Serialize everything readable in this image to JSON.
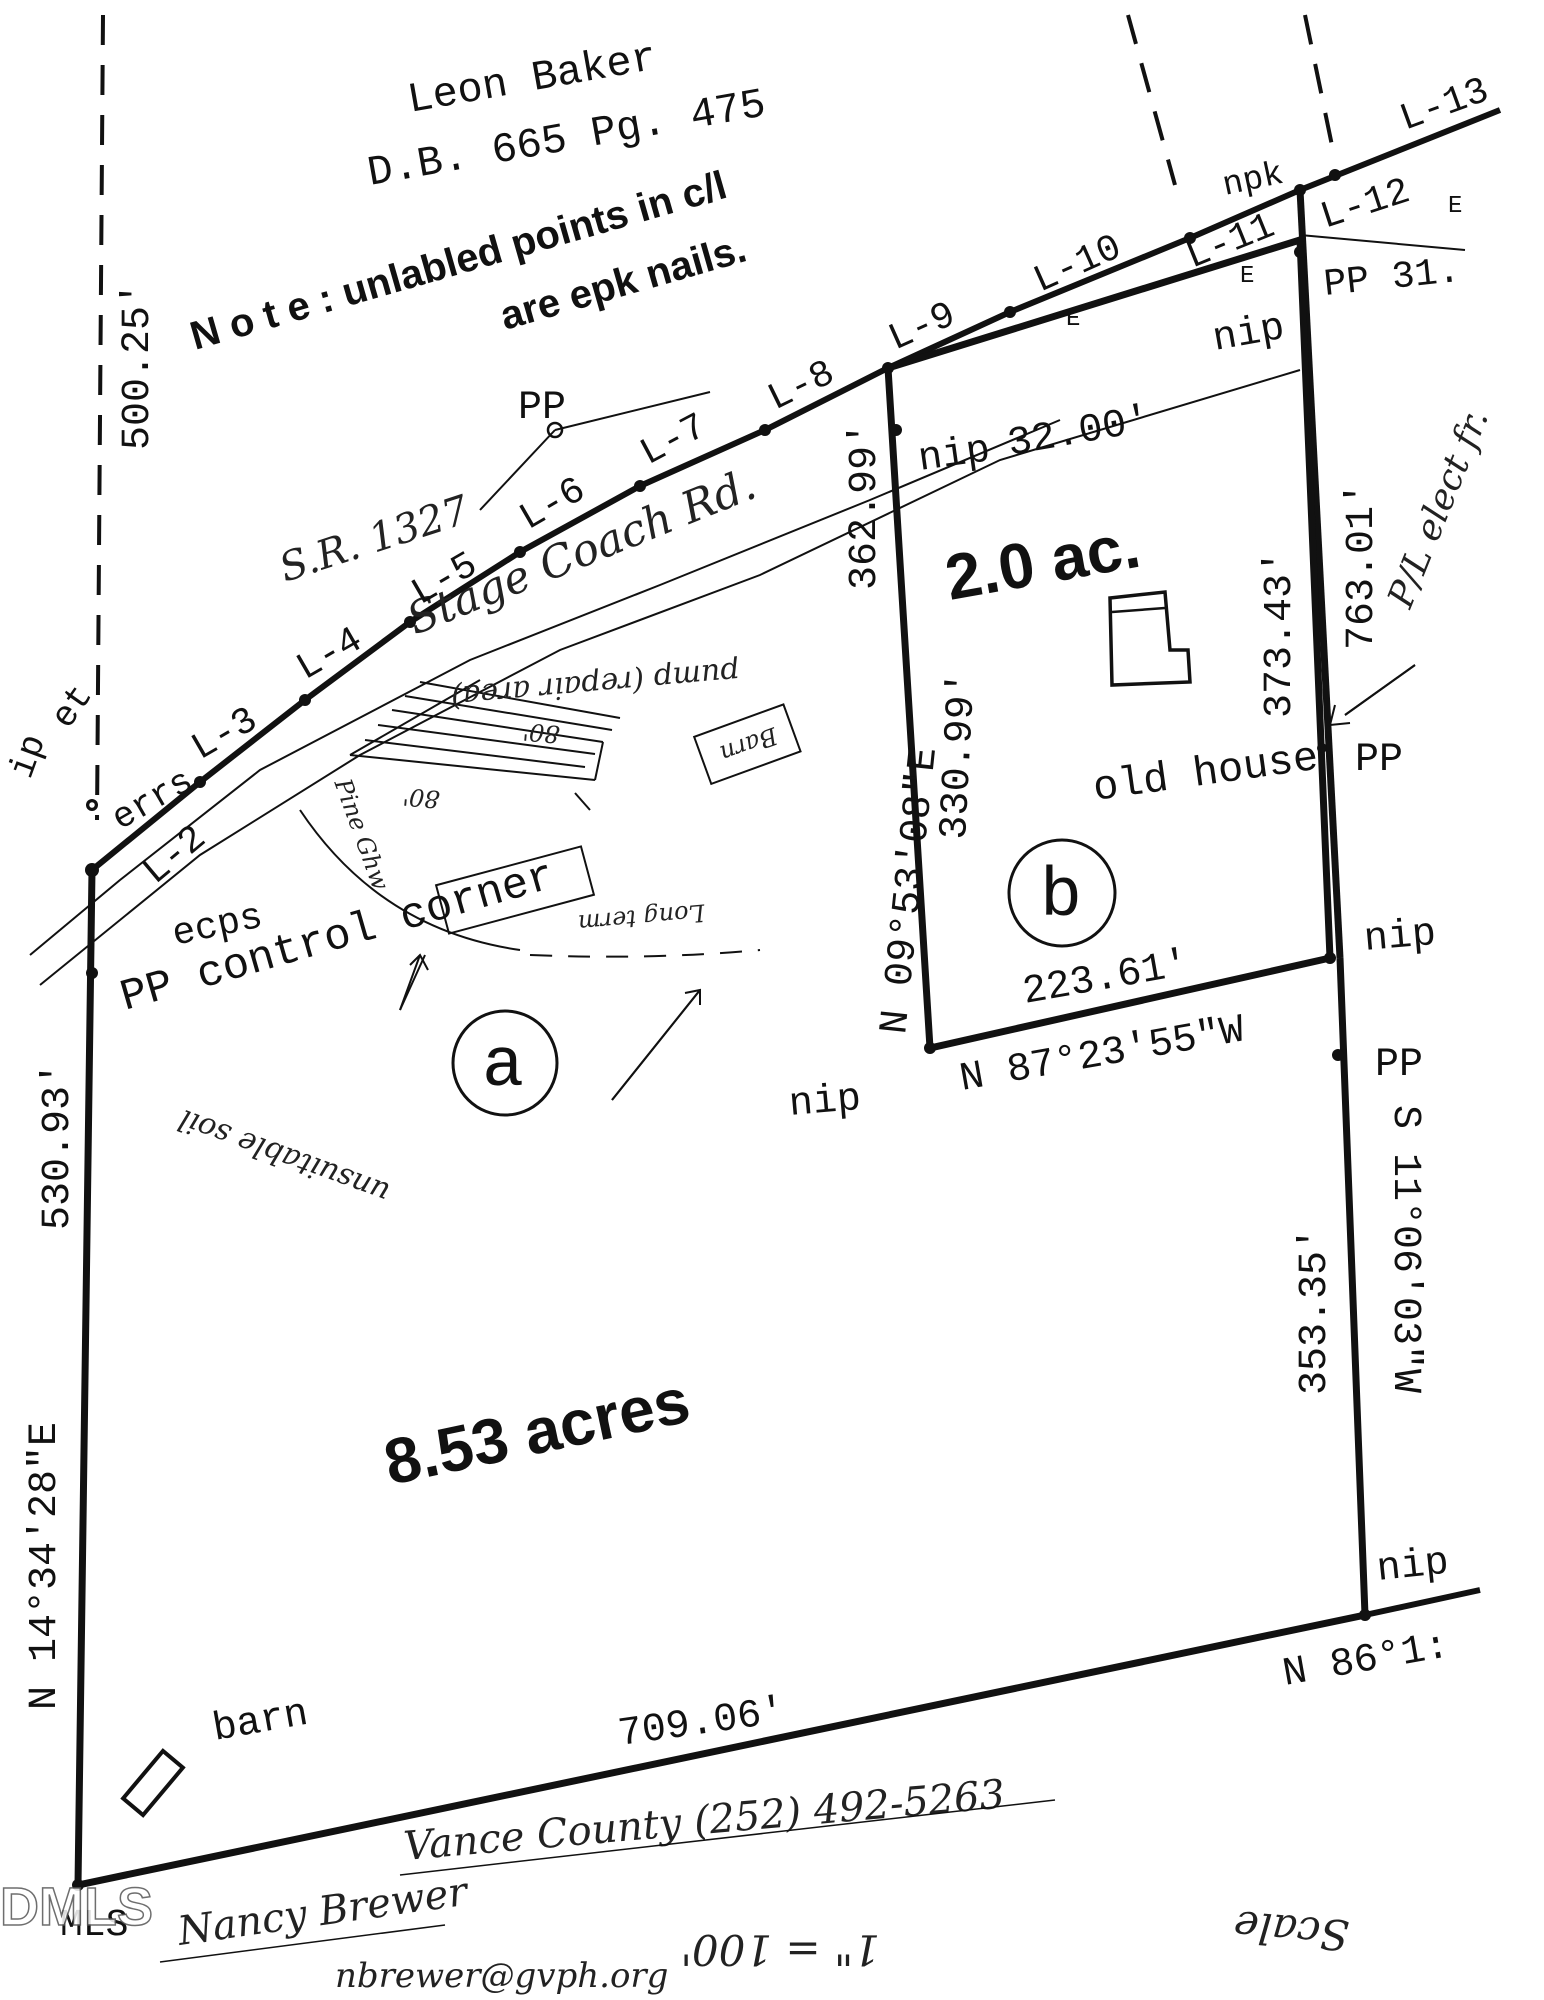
{
  "owner": {
    "name": "Leon Baker",
    "deed_ref": "D.B. 665 Pg. 475"
  },
  "note": {
    "line1": "N o t e : unlabled points in c/l",
    "line2": "are epk nails."
  },
  "road": {
    "name": "Stage Coach Rd.",
    "state_route": "S.R. 1327"
  },
  "line_labels": [
    "L-2",
    "L-3",
    "L-4",
    "L-5",
    "L-6",
    "L-7",
    "L-8",
    "L-9",
    "L-10",
    "L-11",
    "L-12",
    "L-13"
  ],
  "tract_a": {
    "area": "8.53 acres",
    "label": "a"
  },
  "tract_b": {
    "area": "2.0 ac.",
    "label": "b",
    "building": "old house"
  },
  "bearings": {
    "west_line": "N 14°34'28\"E",
    "west_dist": "530.93'",
    "top_left_dist": "500.25'",
    "b_west_bearing": "N 09°53'08\"E",
    "b_west_total": "362.99'",
    "b_west_dist": "330.99'",
    "b_top_dist": "32.00'",
    "b_south_bearing": "N 87°23'55\"W",
    "b_south_dist": "223.61'",
    "b_east_dist": "373.43'",
    "east_total": "763.01'",
    "east_bearing": "S 11°06'03\"W",
    "east_dist": "353.35'",
    "south_bearing": "N 86°1:",
    "south_dist": "709.06'",
    "pp_right": "PP 31."
  },
  "markers": {
    "nip": "nip",
    "npk": "npk",
    "pp": "PP",
    "ecps": "ecps",
    "ip": "ip",
    "errs": "errs",
    "et": "et",
    "e": "E",
    "pp_control_corner": "PP control corner",
    "barn": "barn"
  },
  "handwritten": {
    "pump_repair": "pump (repair area)",
    "barn_small": "Barn",
    "pine_ghw": "Pine Ghw",
    "dist_80a": "80'",
    "dist_80b": "80'",
    "long_term": "Long term",
    "unsuitable": "unsuitable soil",
    "elect": "P/L elect fr.",
    "contact": "Vance County (252) 492-5263",
    "name": "Nancy Brewer",
    "email": "nbrewer@gvph.org",
    "scale": "1\" = 100'",
    "scale_word": "Scale",
    "corner_label": "MLS"
  },
  "watermark": "DMLS"
}
